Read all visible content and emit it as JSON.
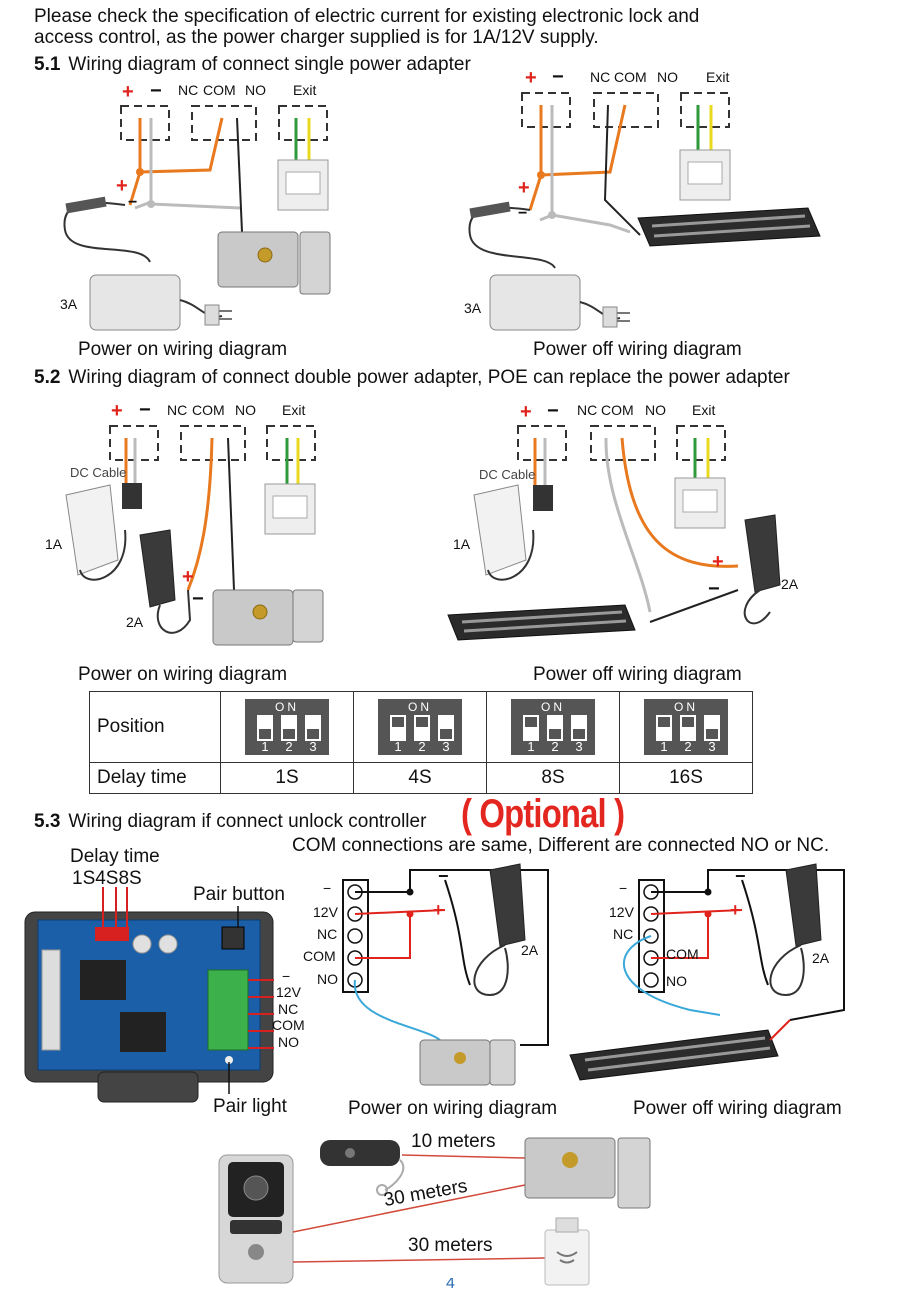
{
  "intro": {
    "line1": "Please check the specification of electric current for existing electronic lock and",
    "line2": "access control, as the power charger supplied is for 1A/12V supply."
  },
  "section_5_1": {
    "number": "5.1",
    "title": "Wiring diagram of connect single power adapter",
    "left_caption": "Power on wiring diagram",
    "right_caption": "Power off wiring diagram",
    "terminal_labels": {
      "plus": "+",
      "minus": "−",
      "nc": "NC",
      "com": "COM",
      "no": "NO",
      "exit": "Exit"
    },
    "adapter_label": "3A"
  },
  "section_5_2": {
    "number": "5.2",
    "title": "Wiring diagram of connect double power adapter, POE can replace the power adapter",
    "left_caption": "Power on wiring diagram",
    "right_caption": "Power off wiring diagram",
    "dc_cable": "DC Cable",
    "adapter_1a": "1A",
    "adapter_2a": "2A"
  },
  "delay_table": {
    "row1_header": "Position",
    "row2_header": "Delay time",
    "dip_on": "ON",
    "dip_numbers": [
      "1",
      "2",
      "3"
    ],
    "columns": [
      {
        "delay": "1S",
        "switches": [
          0,
          0,
          0
        ]
      },
      {
        "delay": "4S",
        "switches": [
          1,
          1,
          0
        ]
      },
      {
        "delay": "8S",
        "switches": [
          1,
          0,
          0
        ]
      },
      {
        "delay": "16S",
        "switches": [
          1,
          1,
          0
        ]
      }
    ]
  },
  "section_5_3": {
    "number": "5.3",
    "title": "Wiring diagram if connect unlock controller",
    "optional": "( Optional )",
    "note": "COM connections are same, Different are connected NO or NC.",
    "delay_time_label": "Delay time",
    "delay_values": "1S4S8S",
    "pair_button": "Pair button",
    "pair_light": "Pair light",
    "board_terminals": [
      "−",
      "12V",
      "NC",
      "COM",
      "NO"
    ],
    "left_terminals": [
      "−",
      "12V",
      "NC",
      "COM",
      "NO"
    ],
    "right_terminals": [
      "−",
      "12V",
      "NC",
      "COM",
      "NO"
    ],
    "adapter": "2A",
    "left_caption": "Power on wiring diagram",
    "right_caption": "Power off wiring diagram"
  },
  "bottom": {
    "dist1": "10 meters",
    "dist2": "30 meters",
    "dist3": "30 meters",
    "page_number": "4"
  },
  "colors": {
    "red_wire": "#e0231c",
    "orange_wire": "#e8791f",
    "grey_wire": "#aaaaaa",
    "green_wire": "#2e9a3a",
    "yellow_wire": "#e8d91c",
    "blue_wire": "#3aa8d8",
    "optional_red": "#e3261f"
  }
}
